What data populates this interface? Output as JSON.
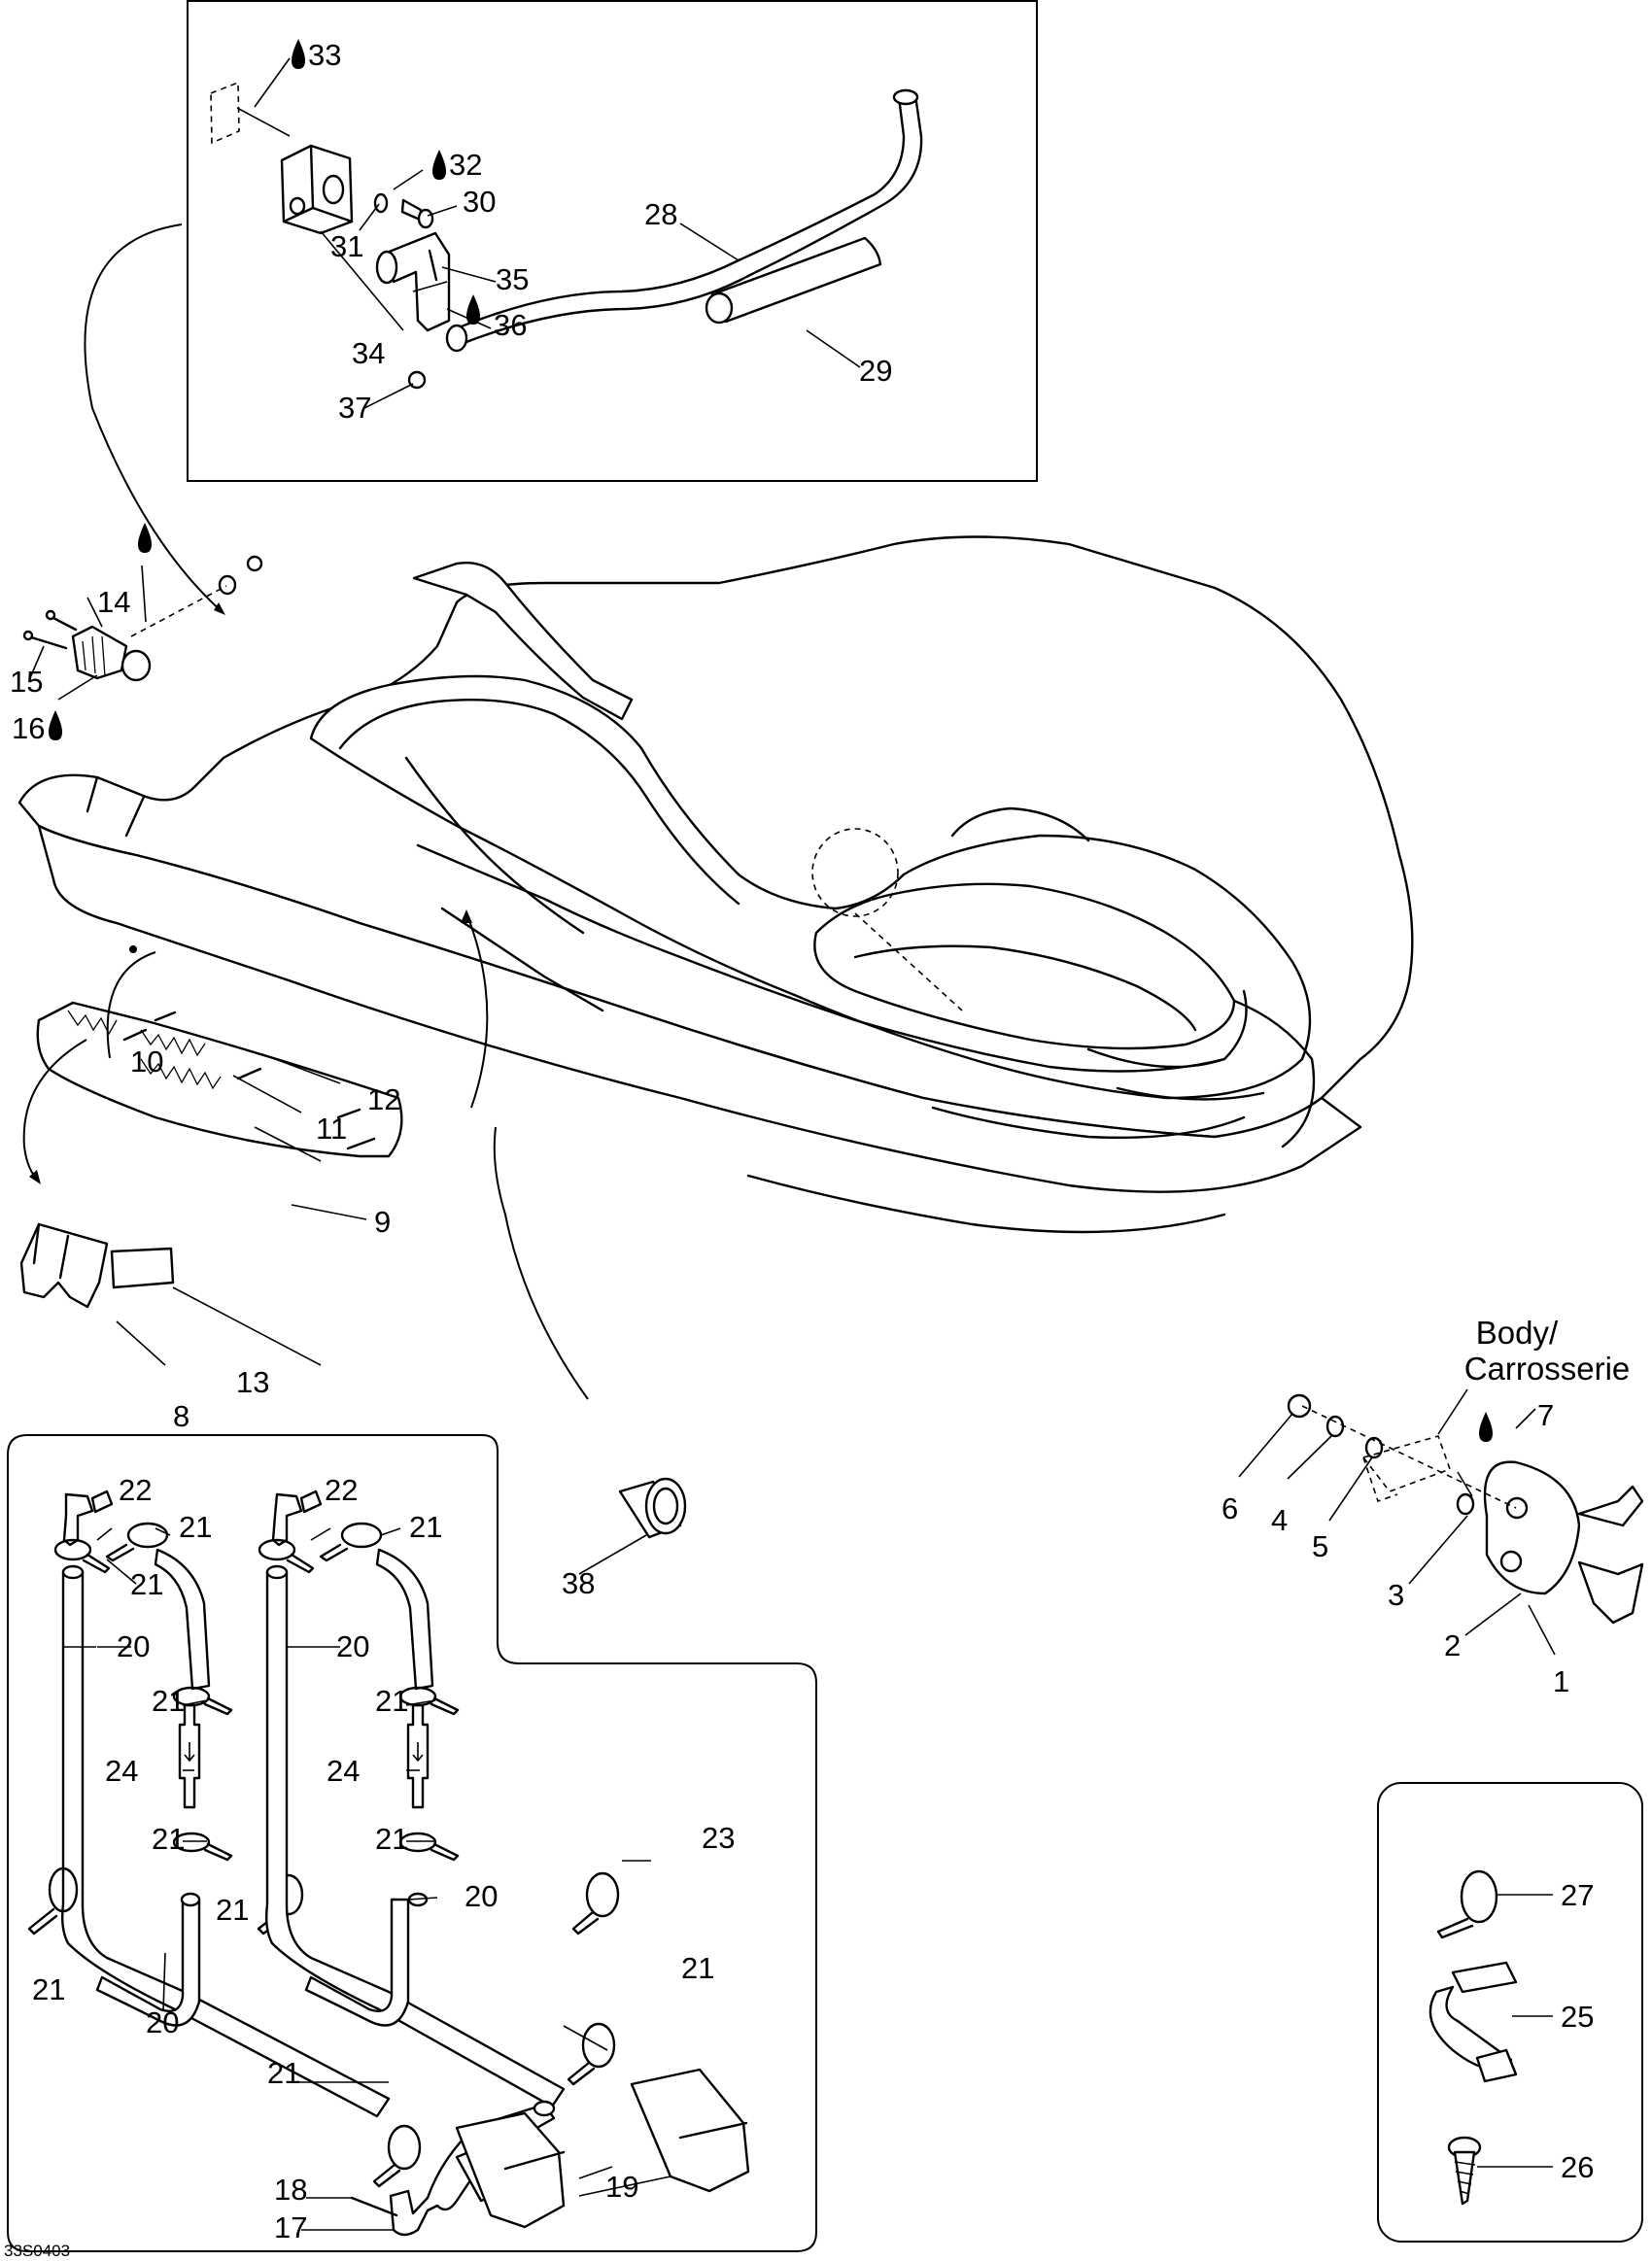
{
  "drawing_code": "33S0403",
  "body_label": {
    "line1": "Body/",
    "line2": "Carrosserie"
  },
  "callouts": [
    "1",
    "2",
    "3",
    "4",
    "5",
    "6",
    "7",
    "8",
    "9",
    "10",
    "11",
    "12",
    "13",
    "14",
    "15",
    "16",
    "17",
    "18",
    "19",
    "20",
    "21",
    "22",
    "23",
    "24",
    "25",
    "26",
    "27",
    "28",
    "29",
    "30",
    "31",
    "32",
    "33",
    "34",
    "35",
    "36",
    "37",
    "38"
  ]
}
